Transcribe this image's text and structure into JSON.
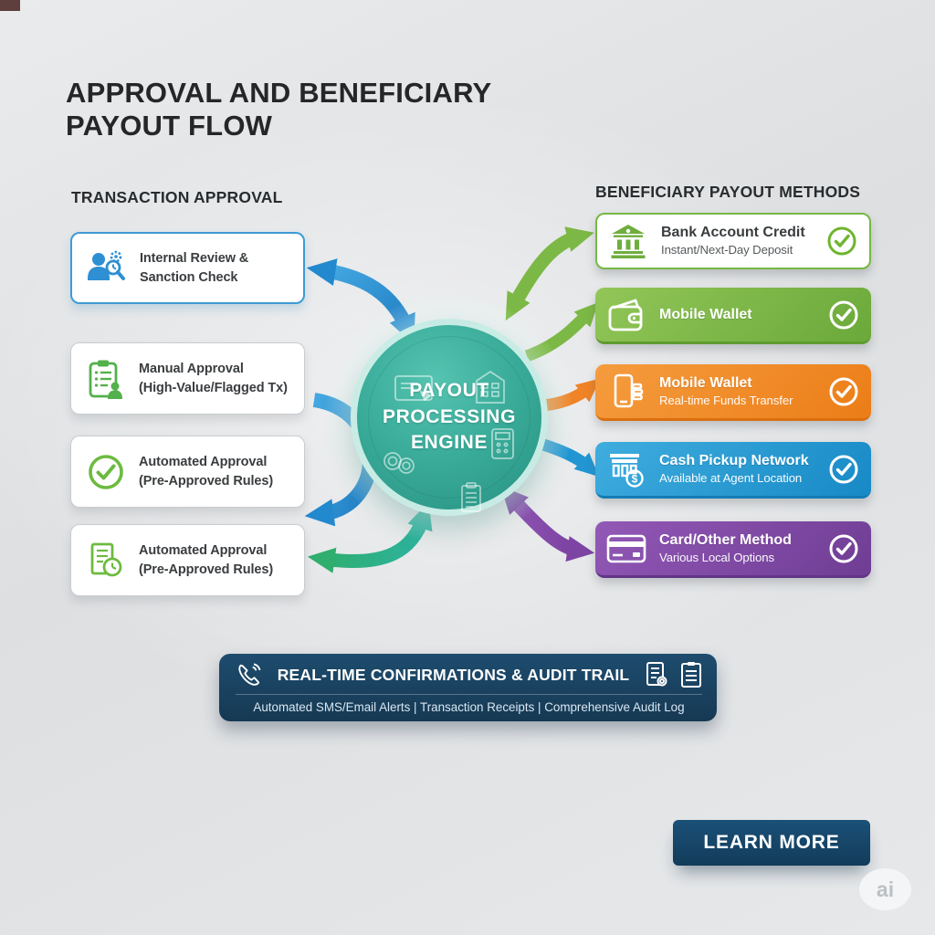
{
  "page": {
    "title_line1": "APPROVAL AND BENEFICIARY",
    "title_line2": "PAYOUT FLOW"
  },
  "approval": {
    "heading": "TRANSACTION APPROVAL",
    "cards": [
      {
        "icon": "person-review-icon",
        "line1": "Internal Review &",
        "line2": "Sanction Check",
        "accent": "#3e9ad6"
      },
      {
        "icon": "clipboard-person-icon",
        "line1": "Manual Approval",
        "line2": "(High-Value/Flagged Tx)",
        "accent": "#53b14b"
      },
      {
        "icon": "check-circle-icon",
        "line1": "Automated Approval",
        "line2": "(Pre-Approved Rules)",
        "accent": "#6cbb3f"
      },
      {
        "icon": "document-clock-icon",
        "line1": "Automated Approval",
        "line2": "(Pre-Approved Rules)",
        "accent": "#6cbb3f"
      }
    ]
  },
  "engine": {
    "line1": "PAYOUT",
    "line2": "PROCESSING",
    "line3": "ENGINE",
    "color": "#35a794"
  },
  "payout_methods": {
    "heading": "BENEFICIARY PAYOUT METHODS",
    "cards": [
      {
        "icon": "bank-icon",
        "title": "Bank Account Credit",
        "subtitle": "Instant/Next-Day Deposit",
        "color": "#76b843",
        "style": "outline"
      },
      {
        "icon": "wallet-icon",
        "title": "Mobile Wallet",
        "subtitle": "",
        "color": "#7ab648",
        "style": "filled"
      },
      {
        "icon": "smartphone-icon",
        "title": "Mobile Wallet",
        "subtitle": "Real-time Funds Transfer",
        "color": "#f08627",
        "style": "filled"
      },
      {
        "icon": "cash-pickup-icon",
        "title": "Cash Pickup Network",
        "subtitle": "Available at Agent Location",
        "color": "#2aa0d8",
        "style": "filled"
      },
      {
        "icon": "card-icon",
        "title": "Card/Other Method",
        "subtitle": "Various Local Options",
        "color": "#8a4fae",
        "style": "filled"
      }
    ]
  },
  "audit_bar": {
    "title": "REAL-TIME CONFIRMATIONS & AUDIT TRAIL",
    "subtitle": "Automated SMS/Email Alerts | Transaction Receipts | Comprehensive Audit Log",
    "color": "#1b4565"
  },
  "cta": {
    "label": "LEARN MORE",
    "color": "#17486b"
  },
  "watermark": "ai"
}
